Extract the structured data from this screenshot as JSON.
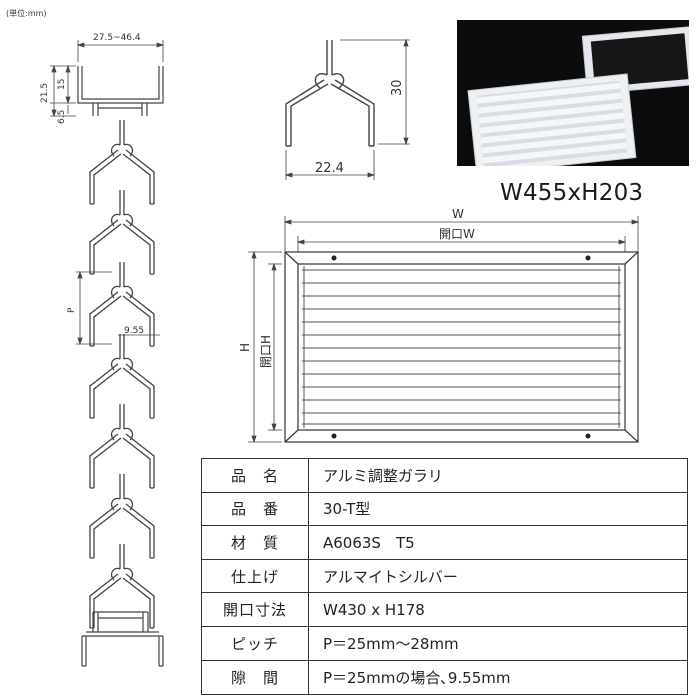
{
  "unit_note": "(単位:mm)",
  "photo_model": "W455xH203",
  "dimensions": {
    "top_width_range": "27.5~46.4",
    "left_total": "21.5",
    "left_upper": "15",
    "left_lower": "6.5",
    "pitch": "P",
    "gap": "9.55",
    "blade_width": "22.4",
    "blade_height": "30",
    "frame_w": "W",
    "frame_open_w": "開口W",
    "frame_h": "H",
    "frame_open_h": "開口H"
  },
  "spec_table": [
    {
      "label": "品　名",
      "value": "アルミ調整ガラリ"
    },
    {
      "label": "品　番",
      "value": "30-T型"
    },
    {
      "label": "材　質",
      "value": "A6063S　T5"
    },
    {
      "label": "仕上げ",
      "value": "アルマイトシルバー"
    },
    {
      "label": "開口寸法",
      "value": "W430 x H178"
    },
    {
      "label": "ピッチ",
      "value": "P＝25mm～28mm"
    },
    {
      "label": "隙　間",
      "value": "P＝25mmの場合､9.55mm"
    }
  ]
}
